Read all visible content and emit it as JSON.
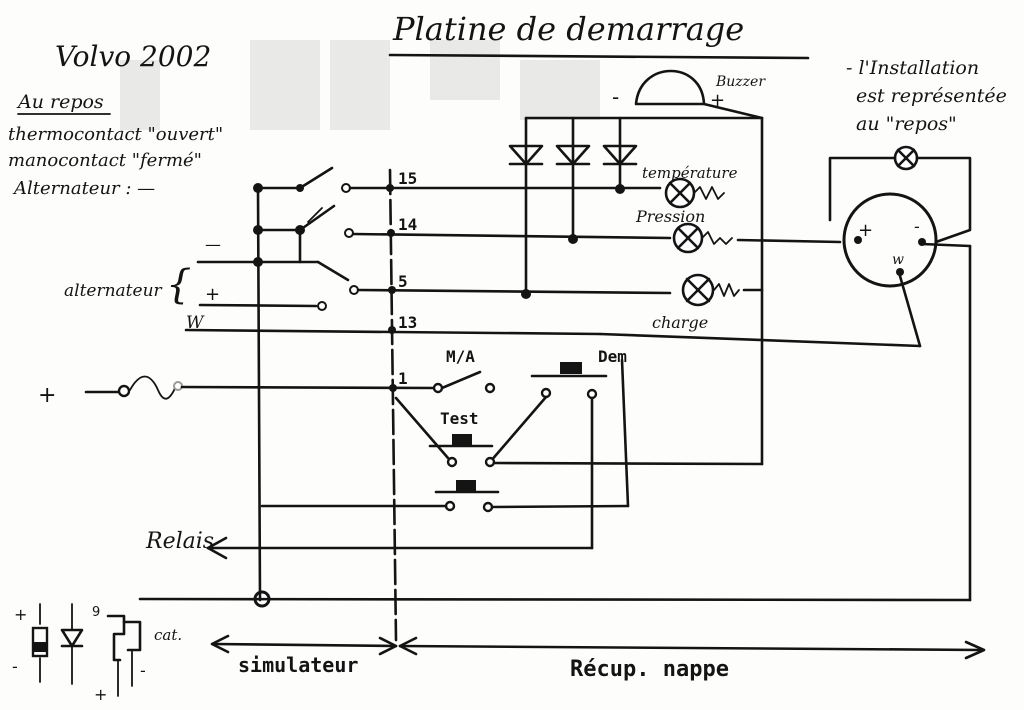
{
  "title": "Platine de demarrage",
  "vehicle": "Volvo 2002",
  "rest_note": {
    "heading": "Au repos",
    "line1": "thermocontact \"ouvert\"",
    "line2": "manocontact \"fermé\"",
    "line3": "Alternateur : —"
  },
  "install_note": {
    "line1": "- l'Installation",
    "line2": "est représentée",
    "line3": "au \"repos\""
  },
  "buzzer": {
    "label": "Buzzer",
    "minus": "-",
    "plus": "+"
  },
  "terminals": [
    "15",
    "14",
    "5",
    "13",
    "1"
  ],
  "lamps": {
    "temperature": "température",
    "pressure": "Pression",
    "charge": "charge"
  },
  "alternator_label": "alternateur",
  "alternator_terminals": {
    "minus": "—",
    "plus": "+",
    "w": "W"
  },
  "battery_plus": "+",
  "switches": {
    "ma": "M/A",
    "dem": "Dem",
    "test": "Test"
  },
  "relais": "Relais",
  "motor": {
    "plus": "+",
    "minus": "-",
    "w": "w"
  },
  "legend": {
    "cat": "cat.",
    "left_plus": "+",
    "left_minus": "-",
    "mid_plus": "+",
    "mid_minus": "-",
    "number": "9"
  },
  "bottom": {
    "simulateur": "simulateur",
    "recup": "Récup. nappe"
  }
}
